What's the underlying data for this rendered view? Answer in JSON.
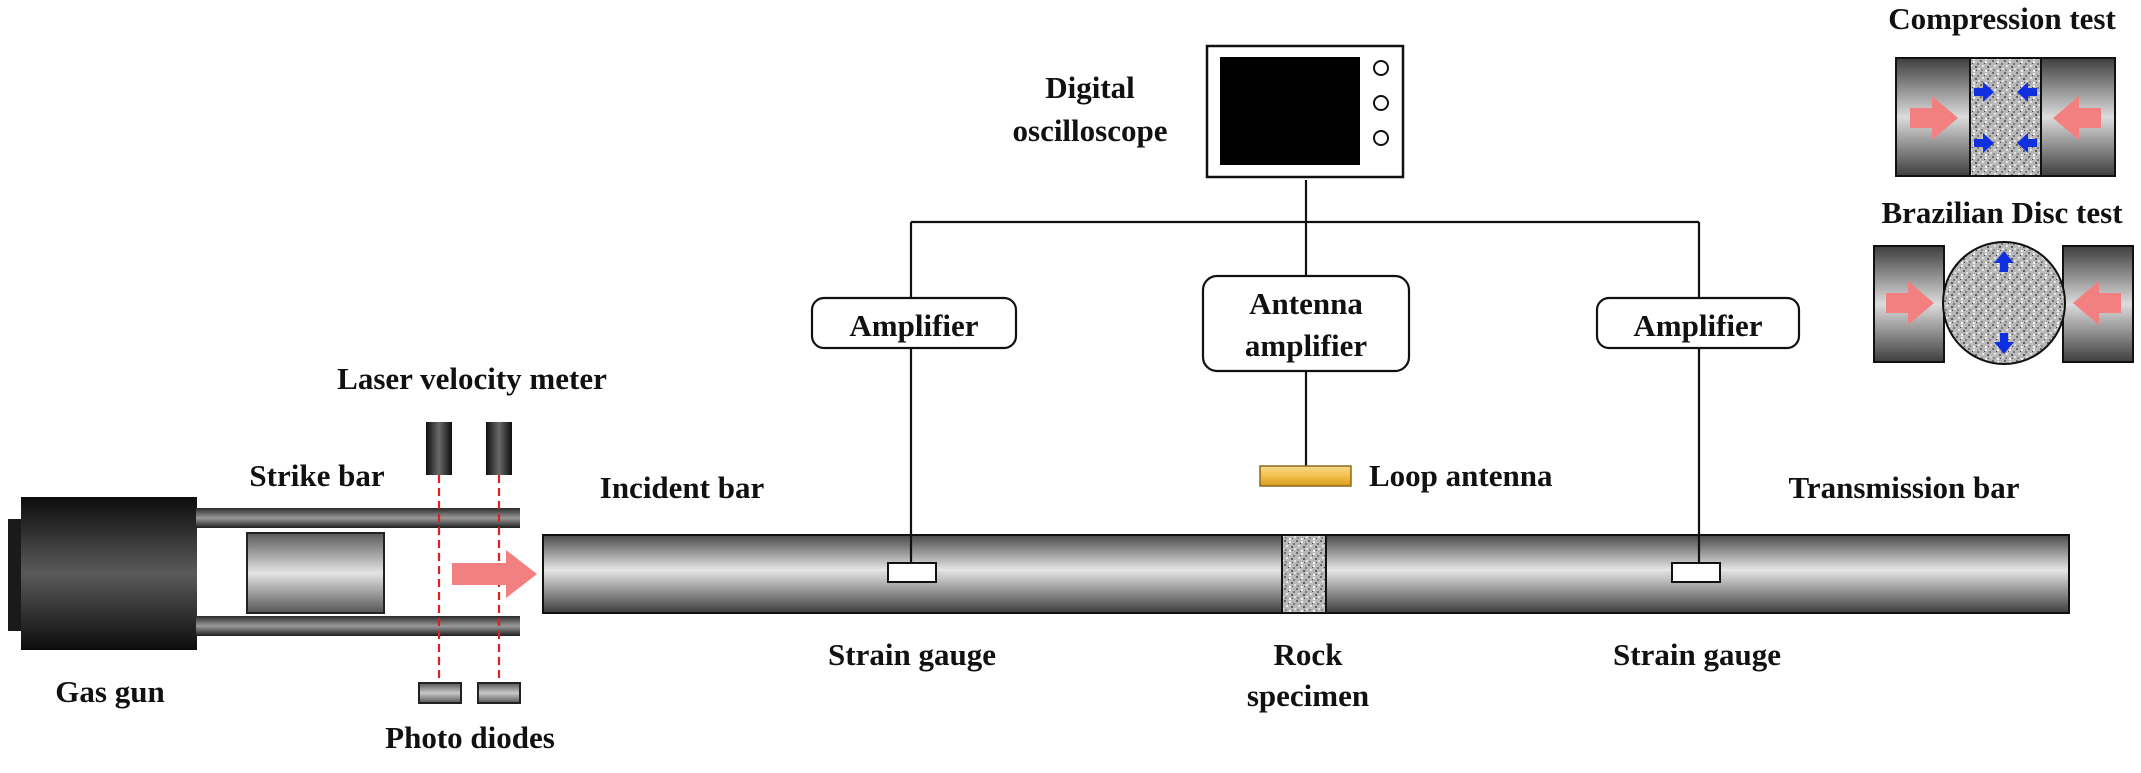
{
  "labels": {
    "compression_test": "Compression test",
    "brazilian_disc_test": "Brazilian Disc test",
    "digital": "Digital",
    "oscilloscope": "oscilloscope",
    "amplifier_left": "Amplifier",
    "antenna": "Antenna",
    "amplifier_word": "amplifier",
    "amplifier_right": "Amplifier",
    "laser_velocity_meter": "Laser velocity meter",
    "strike_bar": "Strike bar",
    "incident_bar": "Incident bar",
    "loop_antenna": "Loop antenna",
    "transmission_bar": "Transmission bar",
    "gas_gun": "Gas gun",
    "photo_diodes": "Photo diodes",
    "strain_gauge_left": "Strain gauge",
    "rock": "Rock",
    "specimen": "specimen",
    "strain_gauge_right": "Strain gauge"
  },
  "colors": {
    "impact_arrow": "#f28080",
    "inset_arrow": "#1030e0",
    "laser_line": "#e02020",
    "antenna_fill": "#f5c04a"
  }
}
